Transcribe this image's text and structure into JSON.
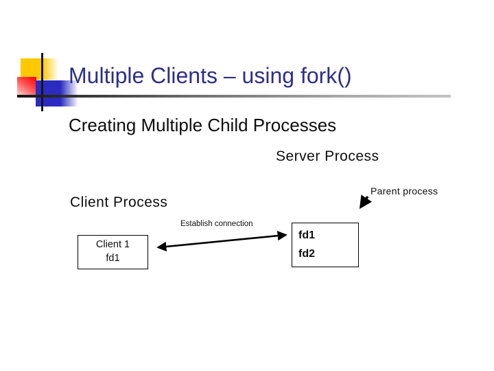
{
  "slide": {
    "title": "Multiple Clients – using fork()",
    "subtitle": "Creating Multiple Child Processes",
    "labels": {
      "server_process": "Server Process",
      "client_process": "Client Process",
      "parent_process": "Parent process",
      "establish_connection": "Establish connection"
    },
    "client_box": {
      "line1": "Client 1",
      "line2": "fd1"
    },
    "server_box": {
      "line1": "fd1",
      "line2": "fd2"
    },
    "icons": {
      "connection_arrow": "double-headed-arrow",
      "parent_arrow": "down-left-arrow"
    },
    "colors": {
      "title_text": "#2E2E87",
      "body_text": "#0d0d0d",
      "logo_yellow": "#FFC800",
      "logo_red": "#FF0A0A",
      "logo_blue": "#2B2BC0",
      "rule_dark": "#141414",
      "rule_light": "#C2C2C2",
      "background": "#FFFFFF"
    }
  }
}
